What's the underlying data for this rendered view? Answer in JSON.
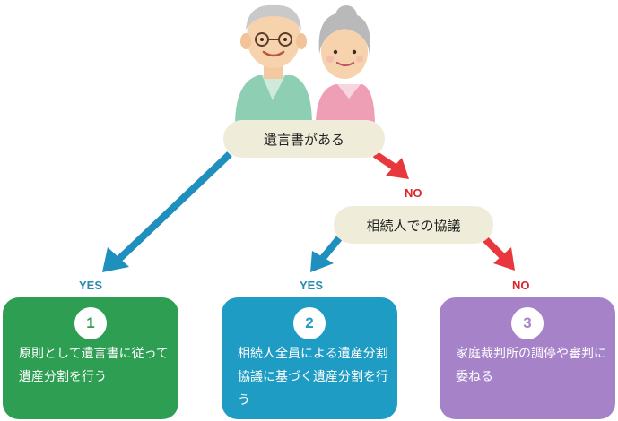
{
  "question1": "遺言書がある",
  "question2": "相続人での協議",
  "labels": {
    "yes1": "YES",
    "no1": "NO",
    "yes2": "YES",
    "no2": "NO"
  },
  "outcomes": [
    {
      "number": "1",
      "text": "原則として遺言書に従って遺産分割を行う"
    },
    {
      "number": "2",
      "text": "相続人全員による遺産分割協議に基づく遺産分割を行う"
    },
    {
      "number": "3",
      "text": "家庭裁判所の調停や審判に委ねる"
    }
  ],
  "colors": {
    "yes": "#1f8fbd",
    "no": "#e8383d",
    "box1": "#2e9e53",
    "box2": "#1f9cc4",
    "box3": "#a683c8",
    "pill": "#efedda"
  },
  "illustration": "elderly-couple-icon"
}
